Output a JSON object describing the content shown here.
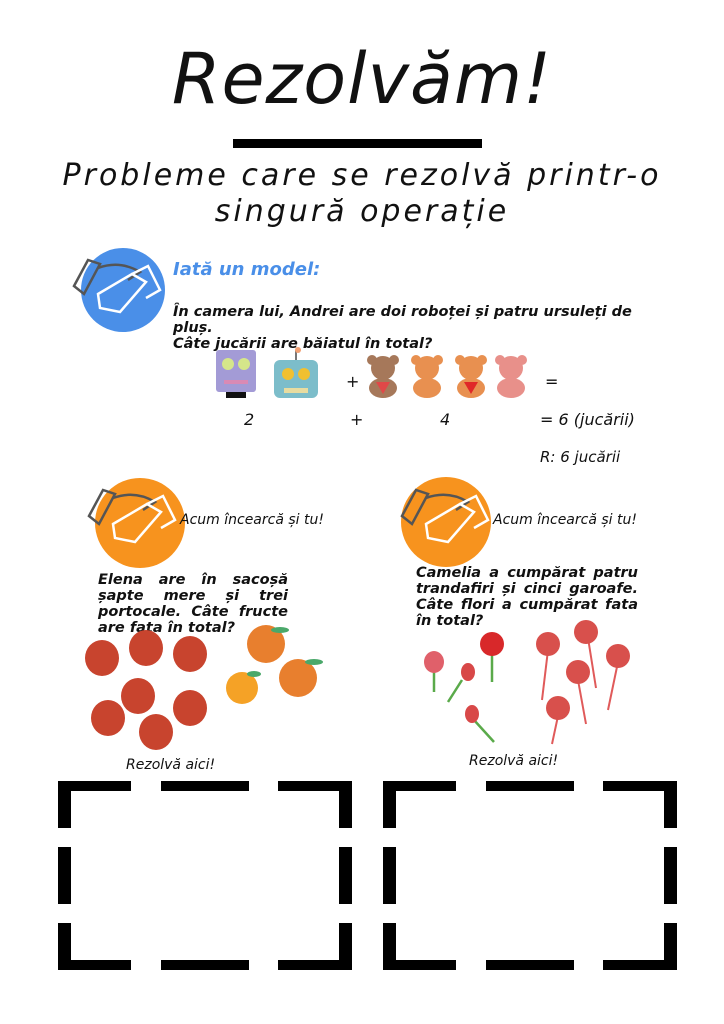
{
  "header": {
    "title": "Rezolvăm!",
    "subtitle_line1": "Probleme care se rezolvă printr-o",
    "subtitle_line2": "singură operație"
  },
  "model": {
    "label": "Iată un model:",
    "icon": "handshake-icon",
    "circle_color": "#4a8fe8",
    "question_line1": "În camera lui, Andrei are doi roboței și patru ursuleți de pluș.",
    "question_line2": "Câte jucării are băiatul în total?",
    "plus_sign": "+",
    "equals_sign": "=",
    "operand1": "2",
    "operator": "+",
    "operand2": "4",
    "result": "= 6 (jucării)",
    "answer": "R: 6 jucării"
  },
  "exercises": [
    {
      "prompt": "Acum încearcă și tu!",
      "circle_color": "#f7931e",
      "icon": "handshake-icon",
      "question": "Elena are în sacoșă șapte mere și trei portocale. Câte fructe are fata în total?",
      "solve_label": "Rezolvă aici!"
    },
    {
      "prompt": "Acum încearcă și tu!",
      "circle_color": "#f7931e",
      "icon": "handshake-icon",
      "question": "Camelia a cumpărat patru trandafiri și cinci garoafe. Câte flori a cumpărat fata în total?",
      "solve_label": "Rezolvă aici!"
    }
  ]
}
